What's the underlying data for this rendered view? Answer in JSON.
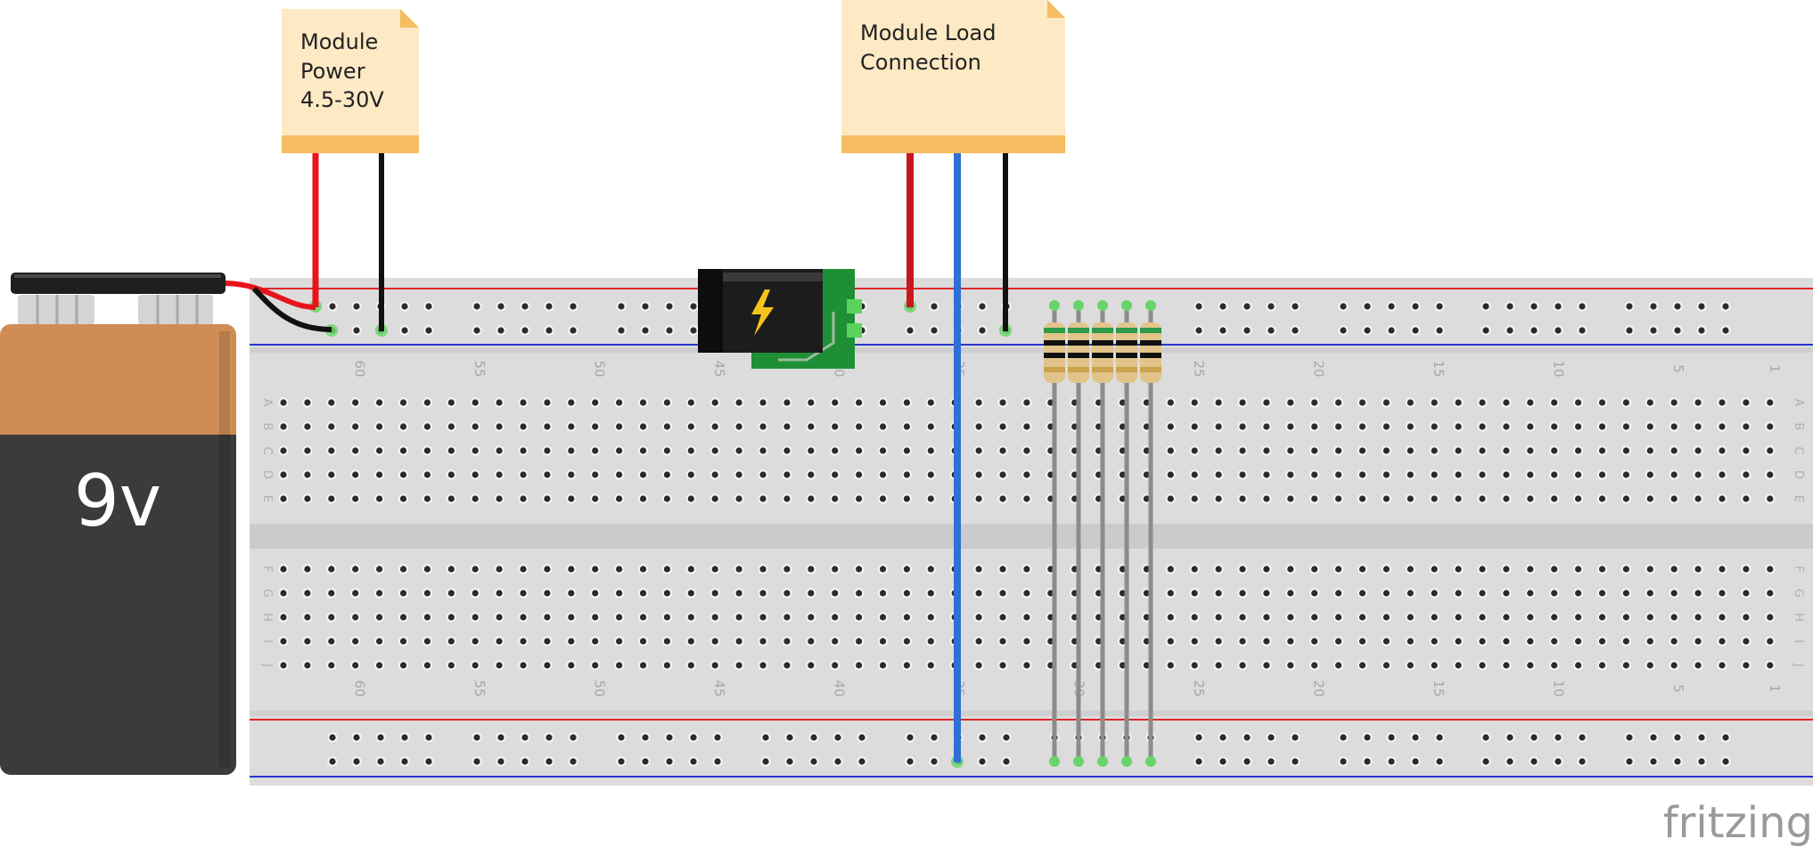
{
  "notes": {
    "power": {
      "lines": [
        "Module",
        "Power",
        "4.5-30V"
      ]
    },
    "load": {
      "lines": [
        "Module Load",
        "Connection"
      ]
    }
  },
  "battery": {
    "label": "9v"
  },
  "breadboard": {
    "column_numbers": [
      "60",
      "55",
      "50",
      "45",
      "40",
      "35",
      "30",
      "25",
      "20",
      "15",
      "10",
      "5",
      "1"
    ],
    "row_letters_top": [
      "A",
      "B",
      "C",
      "D",
      "E"
    ],
    "row_letters_bottom": [
      "F",
      "G",
      "H",
      "I",
      "J"
    ]
  },
  "brand": {
    "text": "fritzing"
  },
  "colors": {
    "note_fill": "#fde9c3",
    "note_band": "#f5bd5f",
    "wire_red": "#e8141c",
    "wire_black": "#111111",
    "wire_blue": "#2f6fd6",
    "lead_gray": "#8c8c8c",
    "board": "#dcdcdc",
    "rail_red": "#e0262b",
    "rail_blue": "#2a35c9",
    "battery_copper": "#cf8c55",
    "battery_body": "#3b3b3b",
    "pcb_green": "#1f8f35",
    "bolt_yellow": "#f6c21c"
  }
}
